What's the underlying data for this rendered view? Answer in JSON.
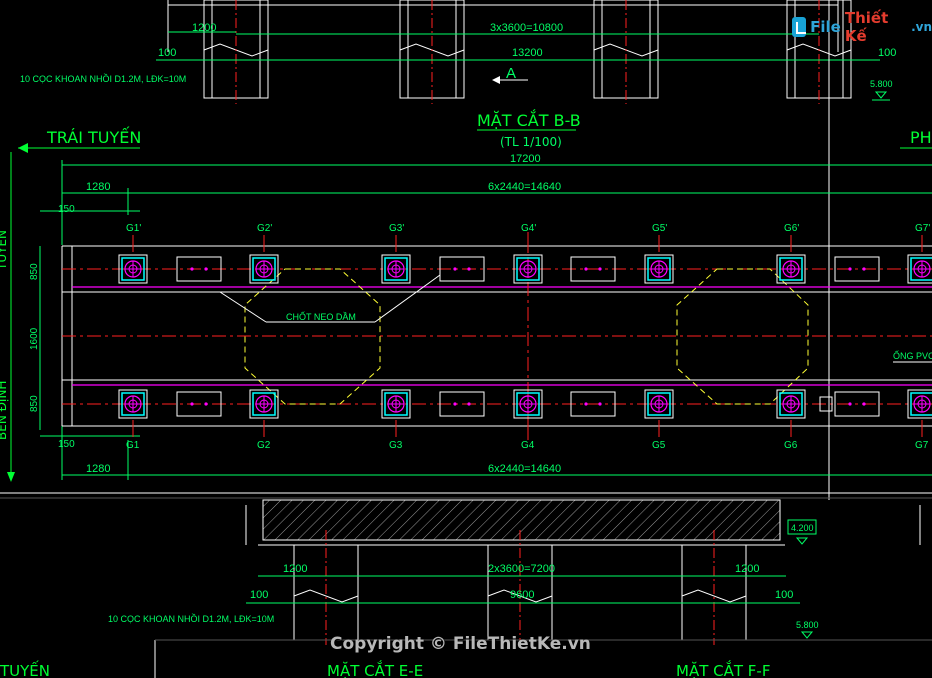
{
  "top_section": {
    "dim_1200": "1200",
    "dim_spans": "3x3600=10800",
    "dim_100_left": "100",
    "dim_total": "13200",
    "dim_100_right": "100",
    "pile_note": "10 CỌC KHOAN NHỒI D1.2M, LĐK=10M",
    "section_marker": "A",
    "level": "5.800"
  },
  "main_section": {
    "title": "MẶT CẮT B-B",
    "scale": "(TL 1/100)",
    "left_label": "TRÁI TUYẾN",
    "right_label": "PH",
    "dim_overall": "17200",
    "dim_top_left": "1280",
    "dim_top_spans": "6x2440=14640",
    "dim_150_top": "150",
    "dim_850_top": "850",
    "dim_1600": "1600",
    "dim_850_bottom": "850",
    "dim_150_bottom": "150",
    "dim_bottom_left": "1280",
    "dim_bottom_spans": "6x2440=14640",
    "anchor_label": "CHỐT NEO DẦM",
    "pvc_label": "ỐNG PVC",
    "top_girders": [
      "G1'",
      "G2'",
      "G3'",
      "G4'",
      "G5'",
      "G6'",
      "G7'"
    ],
    "bottom_girders": [
      "G1",
      "G2",
      "G3",
      "G4",
      "G5",
      "G6",
      "G7"
    ],
    "left_side_text_top": "TUYẾN",
    "left_side_text_bottom": "BÊN ĐỊNH"
  },
  "bottom_section": {
    "level_top": "4.200",
    "dim_1200_left": "1200",
    "dim_spans": "2x3600=7200",
    "dim_1200_right": "1200",
    "dim_100_left": "100",
    "dim_total": "9600",
    "dim_100_right": "100",
    "pile_note": "10 CỌC KHOAN NHỒI D1.2M, LĐK=10M",
    "level": "5.800",
    "title_e": "MẶT CẮT E-E",
    "title_f": "MẶT CẮT F-F",
    "left_label": "TUYẾN"
  },
  "branding": {
    "logo_word1": "File",
    "logo_word2": "Thiết Kế",
    "logo_word3": ".vn",
    "copyright": "Copyright © FileThietKe.vn"
  },
  "colors": {
    "background": "#000000",
    "dimension": "#00ff66",
    "outline": "#ffffff",
    "centerline": "#ff2020",
    "magenta": "#ff00ff",
    "cyan": "#00ffff",
    "yellow": "#ffff33",
    "title": "#00ff33"
  }
}
